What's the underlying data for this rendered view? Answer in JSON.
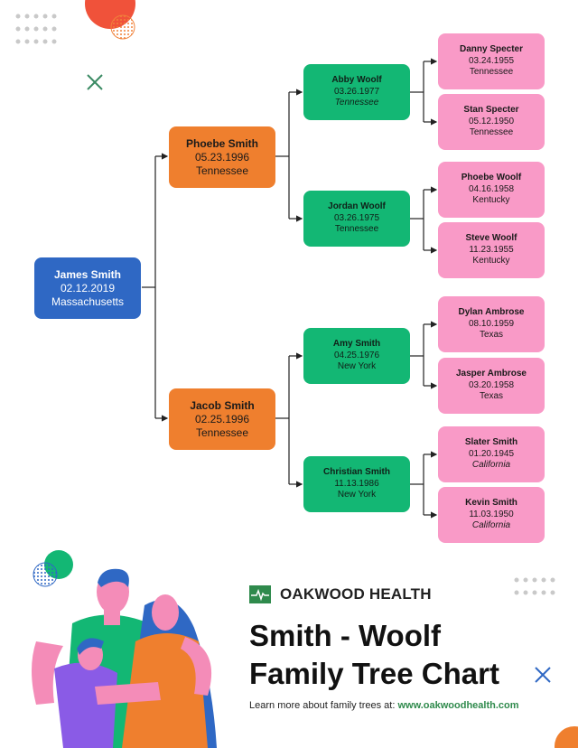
{
  "tree": {
    "root": {
      "name": "James Smith",
      "date": "02.12.2019",
      "place": "Massachusetts"
    },
    "parents": [
      {
        "name": "Phoebe Smith",
        "date": "05.23.1996",
        "place": "Tennessee"
      },
      {
        "name": "Jacob Smith",
        "date": "02.25.1996",
        "place": "Tennessee"
      }
    ],
    "grandparents": [
      {
        "name": "Abby Woolf",
        "date": "03.26.1977",
        "place": "Tennessee"
      },
      {
        "name": "Jordan Woolf",
        "date": "03.26.1975",
        "place": "Tennessee"
      },
      {
        "name": "Amy Smith",
        "date": "04.25.1976",
        "place": "New York"
      },
      {
        "name": "Christian Smith",
        "date": "11.13.1986",
        "place": "New York"
      }
    ],
    "great_grandparents": [
      {
        "name": "Danny Specter",
        "date": "03.24.1955",
        "place": "Tennessee"
      },
      {
        "name": "Stan Specter",
        "date": "05.12.1950",
        "place": "Tennessee"
      },
      {
        "name": "Phoebe Woolf",
        "date": "04.16.1958",
        "place": "Kentucky"
      },
      {
        "name": "Steve Woolf",
        "date": "11.23.1955",
        "place": "Kentucky"
      },
      {
        "name": "Dylan Ambrose",
        "date": "08.10.1959",
        "place": "Texas"
      },
      {
        "name": "Jasper Ambrose",
        "date": "03.20.1958",
        "place": "Texas"
      },
      {
        "name": "Slater Smith",
        "date": "01.20.1945",
        "place": "California"
      },
      {
        "name": "Kevin Smith",
        "date": "11.03.1950",
        "place": "California"
      }
    ]
  },
  "brand": {
    "name": "OAKWOOD HEALTH",
    "icon": "heartbeat-icon"
  },
  "title": {
    "line1": "Smith - Woolf",
    "line2": "Family Tree Chart"
  },
  "footer": {
    "text": "Learn more about family trees at: ",
    "link": "www.oakwoodhealth.com"
  },
  "colors": {
    "root": "#2f68c4",
    "parent": "#ef7f2e",
    "grandparent": "#13b774",
    "great_grandparent": "#f99ac7",
    "brand": "#2f8a4c"
  }
}
